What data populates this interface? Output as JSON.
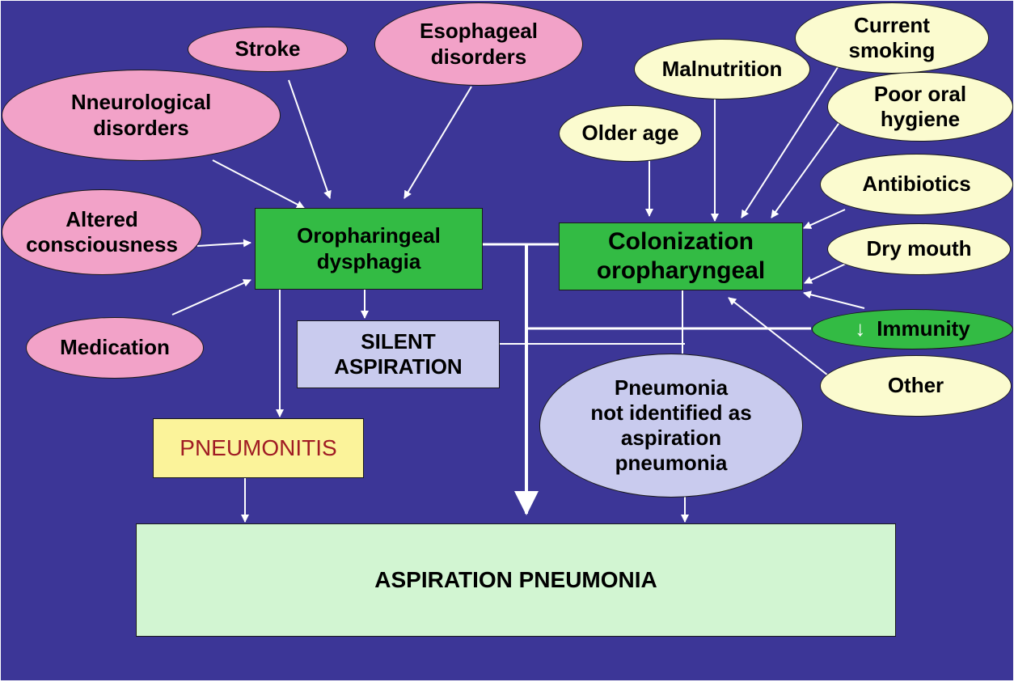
{
  "risk_factors_dysphagia": {
    "stroke": "Stroke",
    "esophageal": [
      "Esophageal",
      "disorders"
    ],
    "neurological": [
      "Nneurological",
      "disorders"
    ],
    "altered": [
      "Altered",
      "consciousness"
    ],
    "medication": "Medication"
  },
  "risk_factors_colonization": {
    "malnutrition": "Malnutrition",
    "current_smoking": [
      "Current",
      "smoking"
    ],
    "poor_oral_hygiene": [
      "Poor oral",
      "hygiene"
    ],
    "older_age": "Older age",
    "antibiotics": "Antibiotics",
    "dry_mouth": "Dry mouth",
    "immunity_arrow": "↓",
    "immunity": "Immunity",
    "other": "Other"
  },
  "nodes": {
    "oropharingeal": [
      "Oropharingeal",
      "dysphagia"
    ],
    "colonization": [
      "Colonization",
      "oropharyngeal"
    ],
    "silent_aspiration": [
      "SILENT",
      "ASPIRATION"
    ],
    "pneumonia_not_identified": [
      "Pneumonia",
      "not identified as",
      "aspiration",
      "pneumonia"
    ],
    "pneumonitis": "PNEUMONITIS",
    "aspiration_pneumonia": "ASPIRATION PNEUMONIA"
  },
  "colors": {
    "background": "#3c3697",
    "risk_dysphagia": "#f2a2c8",
    "risk_colonization": "#fbfbcf",
    "process_box": "#33bb44",
    "silent_box": "#c9cbee",
    "pneumonitis_box": "#fbf39a",
    "pneumonitis_text": "#a01c24",
    "outcome_box": "#d2f5d2",
    "arrows": "#ffffff"
  }
}
